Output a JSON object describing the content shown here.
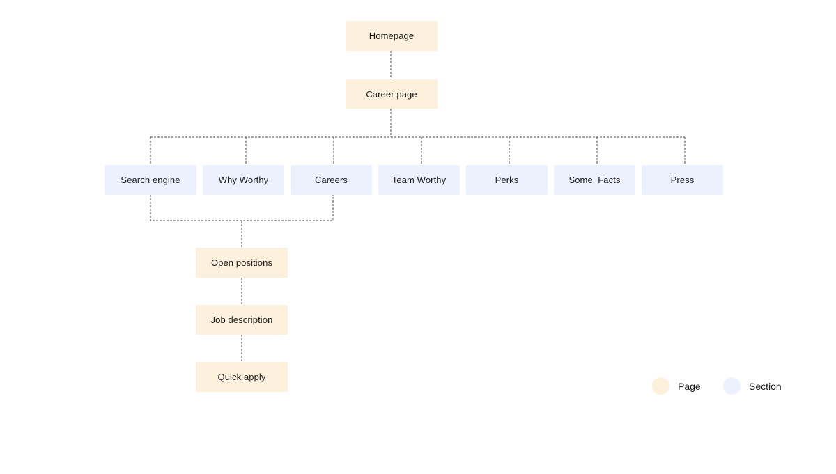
{
  "colors": {
    "page": "#fdf0dc",
    "section": "#edf1fd",
    "connector": "#4a4a4a"
  },
  "nodes": {
    "homepage": "Homepage",
    "career_page": "Career page",
    "search_engine": "Search engine",
    "why_worthy": "Why Worthy",
    "careers": "Careers",
    "team_worthy": "Team Worthy",
    "perks": "Perks",
    "some_facts": "Some  Facts",
    "press": "Press",
    "open_positions": "Open positions",
    "job_description": "Job description",
    "quick_apply": "Quick apply"
  },
  "legend": {
    "page_label": "Page",
    "section_label": "Section"
  }
}
